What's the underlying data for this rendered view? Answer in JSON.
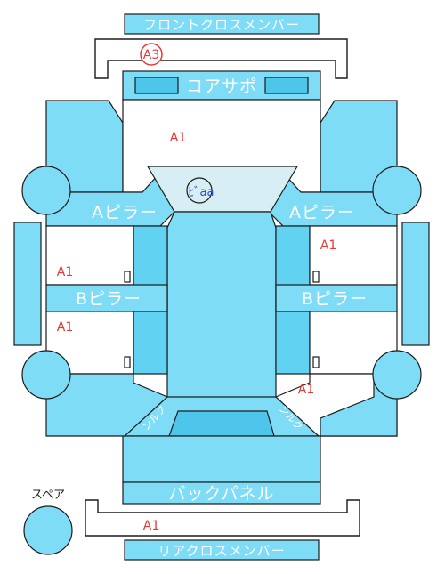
{
  "parts": {
    "front_cross_member": "フロントクロスメンバー",
    "core_support": "コアサポ",
    "a_pillar_left": "Aピラー",
    "a_pillar_right": "Aピラー",
    "b_pillar_left": "Bピラー",
    "b_pillar_right": "Bピラー",
    "back_panel": "バックパネル",
    "rear_cross_member": "リアクロスメンバー",
    "spare": "スペア",
    "trunk_left": "ンルク",
    "trunk_right": "ンルク"
  },
  "grades": {
    "front_member": "A3",
    "hood": "A1",
    "left_front_door": "A1",
    "left_rear_door": "A1",
    "right_front_door": "A1",
    "right_rear": "A1",
    "rear_member": "A1"
  },
  "glass_mark": "ﾋﾞaa",
  "colors": {
    "panel": "#7fdcf7",
    "panel_dark": "#4ec5ea",
    "glass": "#d8eef5",
    "grade_text": "#e53935",
    "glass_mark_text": "#2c4bd6"
  }
}
